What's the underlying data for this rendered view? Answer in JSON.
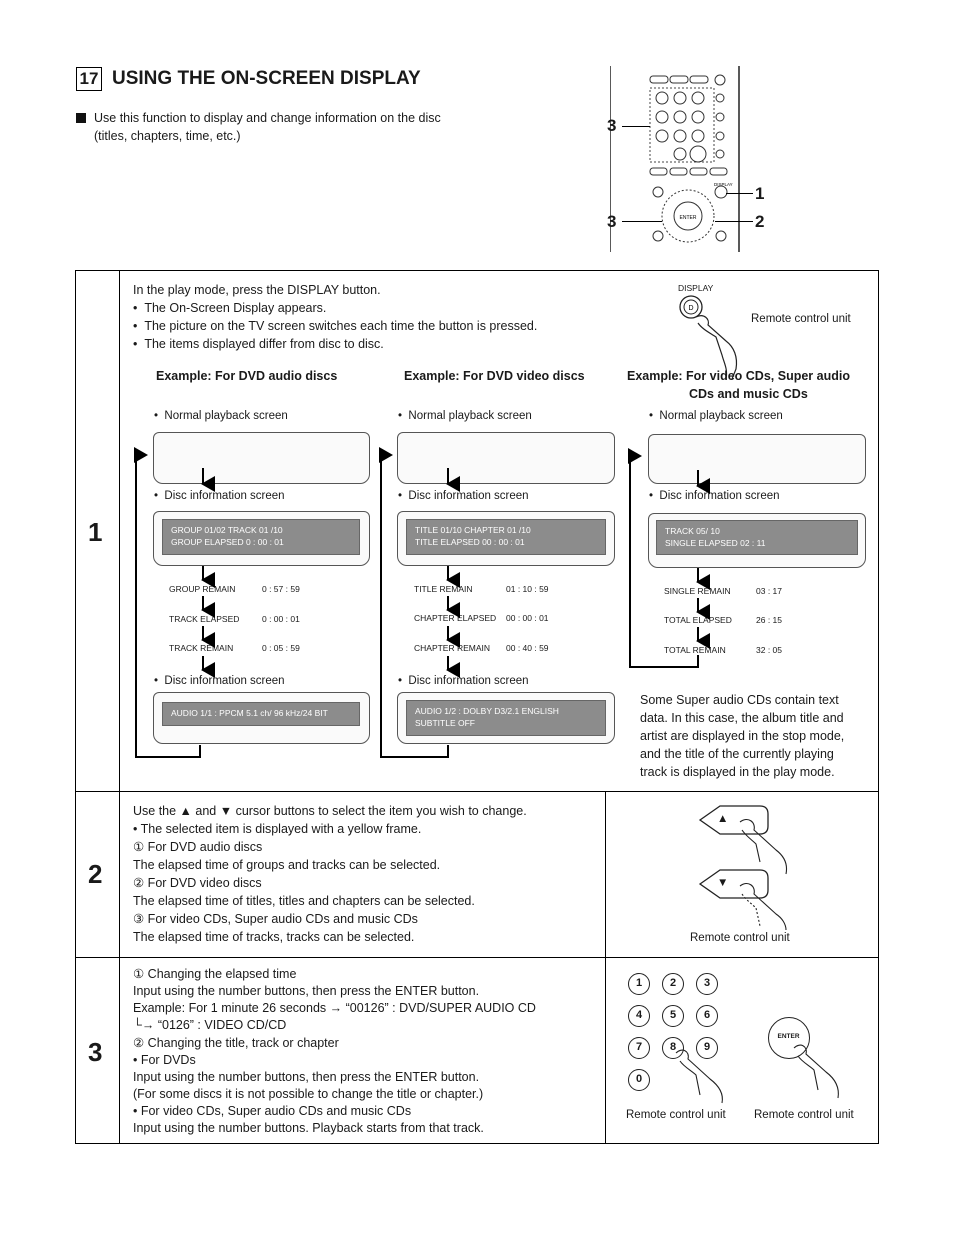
{
  "header": {
    "section_number": "17",
    "title": "USING THE ON-SCREEN DISPLAY",
    "intro_line1": "Use this function to display and change information on the disc",
    "intro_line2": "(titles, chapters, time, etc.)"
  },
  "remote_figure": {
    "callouts": [
      "3",
      "1",
      "3",
      "2"
    ],
    "enter_label": "ENTER",
    "display_label": "DISPLAY"
  },
  "step1": {
    "number": "1",
    "intro": "In the play mode, press the DISPLAY button.",
    "bullets": [
      "The On-Screen Display appears.",
      "The picture on the TV screen switches each time the button is pressed.",
      "The items displayed differ from disc to disc."
    ],
    "display_button_label": "DISPLAY",
    "display_button_letter": "D",
    "remote_caption": "Remote control unit",
    "normal_label": "Normal playback screen",
    "disc_info_label": "Disc information screen",
    "dvd_audio": {
      "heading": "Example: For DVD audio discs",
      "panel1_line1": "GROUP        01/02        TRACK      01  /10",
      "panel1_line2": "GROUP ELAPSED          0 : 00 : 01",
      "items": [
        {
          "label": "GROUP REMAIN",
          "value": "0 : 57 : 59"
        },
        {
          "label": "TRACK ELAPSED",
          "value": "0 : 00 : 01"
        },
        {
          "label": "TRACK REMAIN",
          "value": "0 : 05 : 59"
        }
      ],
      "panel2_line1": "AUDIO  1/1  :  PPCM          5.1 ch/  96 kHz/24 BIT"
    },
    "dvd_video": {
      "heading": "Example: For DVD video discs",
      "panel1_line1": "TITLE         01/10              CHAPTER   01  /10",
      "panel1_line2": "TITLE  ELAPSED              00 : 00 : 01",
      "items": [
        {
          "label": "TITLE REMAIN",
          "value": "01 : 10 : 59"
        },
        {
          "label": "CHAPTER ELAPSED",
          "value": "00 : 00 : 01"
        },
        {
          "label": "CHAPTER REMAIN",
          "value": "00 : 40 : 59"
        }
      ],
      "panel2_line1": "AUDIO  1/2  :  DOLBY  D3/2.1  ENGLISH",
      "panel2_line2": "SUBTITLE      OFF"
    },
    "video_cd": {
      "heading_line1": "Example: For video CDs, Super audio",
      "heading_line2": "CDs and music CDs",
      "panel1_line1": "TRACK                                  05/ 10",
      "panel1_line2": "SINGLE ELAPSED                  02 : 11",
      "items": [
        {
          "label": "SINGLE REMAIN",
          "value": "03 : 17"
        },
        {
          "label": "TOTAL ELAPSED",
          "value": "26 : 15"
        },
        {
          "label": "TOTAL REMAIN",
          "value": "32 : 05"
        }
      ],
      "note": [
        "Some Super audio CDs contain text",
        "data. In this case, the album title and",
        "artist are displayed in the stop mode,",
        "and the title of the currently playing",
        "track is displayed in the play mode."
      ]
    }
  },
  "step2": {
    "number": "2",
    "lines": [
      "Use the ▲ and ▼ cursor buttons to select the item you wish to change.",
      "•  The selected item is displayed with a yellow frame.",
      "①   For DVD audio discs",
      "       The elapsed time of groups and tracks can be selected.",
      "②   For DVD video discs",
      "       The elapsed time of titles, titles and chapters can be selected.",
      "③   For video CDs, Super audio CDs and music CDs",
      "       The elapsed time of tracks, tracks can be selected."
    ],
    "up_arrow": "▲",
    "down_arrow": "▼",
    "remote_caption": "Remote control unit"
  },
  "step3": {
    "number": "3",
    "lines": [
      "①   Changing the elapsed time",
      "       Input using the number buttons, then press the ENTER button.",
      "       Example: For 1 minute 26 seconds  →  “00126”   : DVD/SUPER AUDIO CD",
      "                                                                 └→  “0126”     : VIDEO CD/CD",
      "②   Changing the title, track or chapter",
      "       •  For DVDs",
      "           Input using the number buttons, then press the ENTER button.",
      "           (For some discs it is not possible to change the title or chapter.)",
      "       •  For video CDs, Super audio CDs and music CDs",
      "           Input using the number buttons. Playback starts from that track."
    ],
    "number_buttons": [
      "1",
      "2",
      "3",
      "4",
      "5",
      "6",
      "7",
      "8",
      "9",
      "0"
    ],
    "enter_label": "ENTER",
    "caption_left": "Remote control unit",
    "caption_right": "Remote control unit"
  }
}
